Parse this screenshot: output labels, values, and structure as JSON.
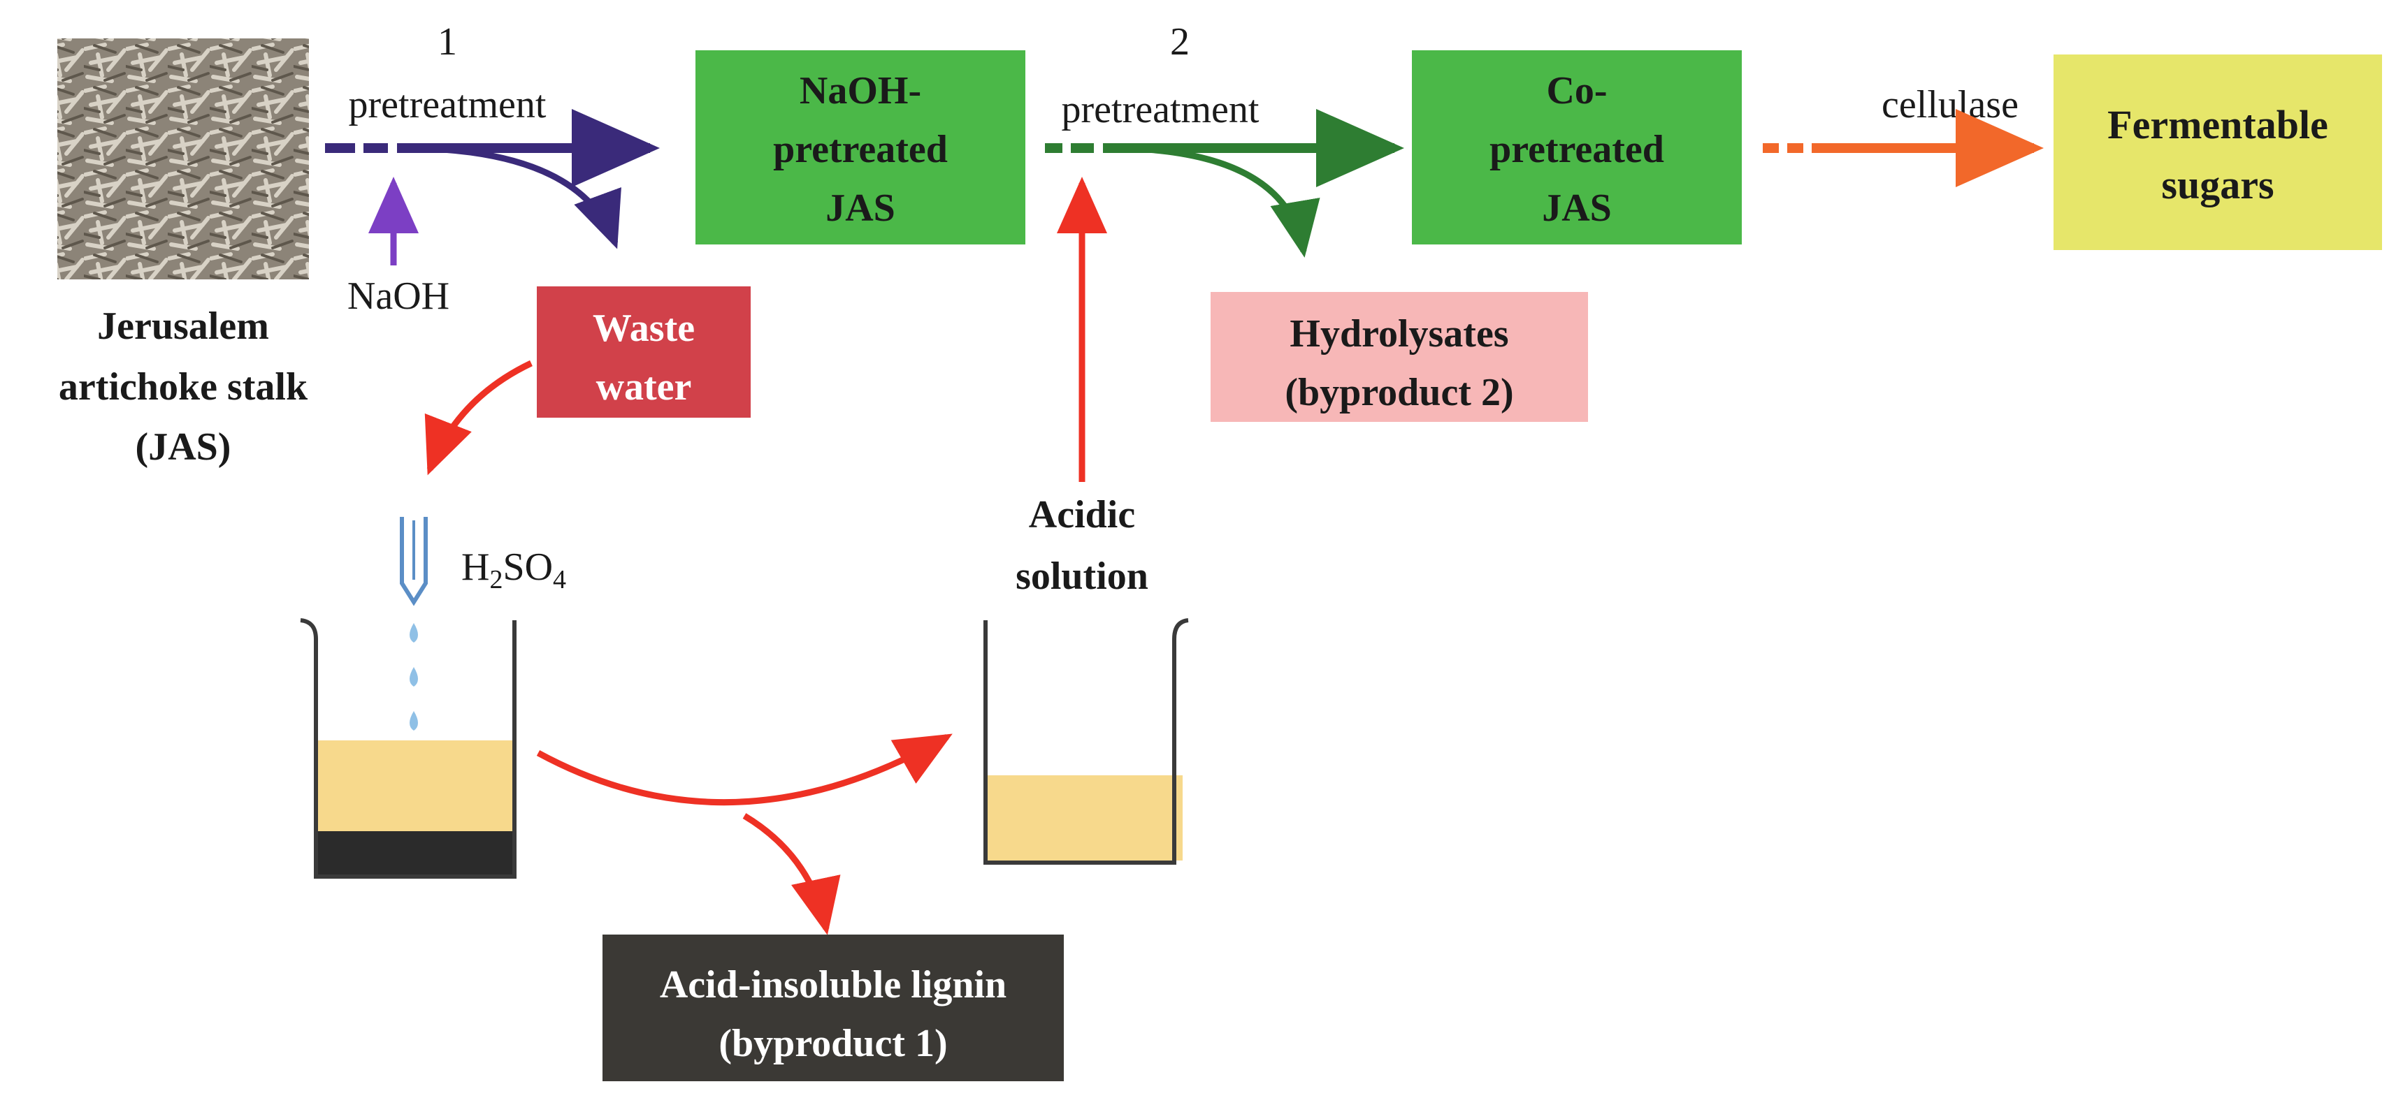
{
  "steps": {
    "step1_number": "1",
    "step1_label": "pretreatment",
    "step2_number": "2",
    "step2_label": "pretreatment",
    "step3_label": "cellulase"
  },
  "inputs": {
    "naoh": "NaOH",
    "h2so4_base": "H",
    "h2so4_sub1": "2",
    "h2so4_mid": "SO",
    "h2so4_sub2": "4"
  },
  "raw_material": {
    "line1": "Jerusalem",
    "line2": "artichoke stalk",
    "line3": "(JAS)"
  },
  "boxes": {
    "naoh_pretreated": [
      "NaOH-",
      "pretreated",
      "JAS"
    ],
    "co_pretreated": [
      "Co-",
      "pretreated",
      "JAS"
    ],
    "fermentable": [
      "Fermentable",
      "sugars"
    ],
    "waste_water": [
      "Waste",
      "water"
    ],
    "hydrolysates": [
      "Hydrolysates",
      "(byproduct 2)"
    ],
    "lignin": [
      "Acid-insoluble lignin",
      "(byproduct 1)"
    ]
  },
  "acidic_solution": [
    "Acidic",
    "solution"
  ],
  "colors": {
    "green_box": "#4bb848",
    "yellow_box": "#e6e66a",
    "red_box": "#d1414a",
    "pink_box": "#f7b7b7",
    "dark_box": "#3b3935",
    "purple_arrow": "#3a2a7a",
    "violet_arrow": "#7c3fc4",
    "green_arrow": "#2e7d32",
    "red_arrow": "#ee3124",
    "orange_arrow": "#f2682a",
    "liquid": "#f7d98c",
    "sediment": "#2b2b2b"
  }
}
